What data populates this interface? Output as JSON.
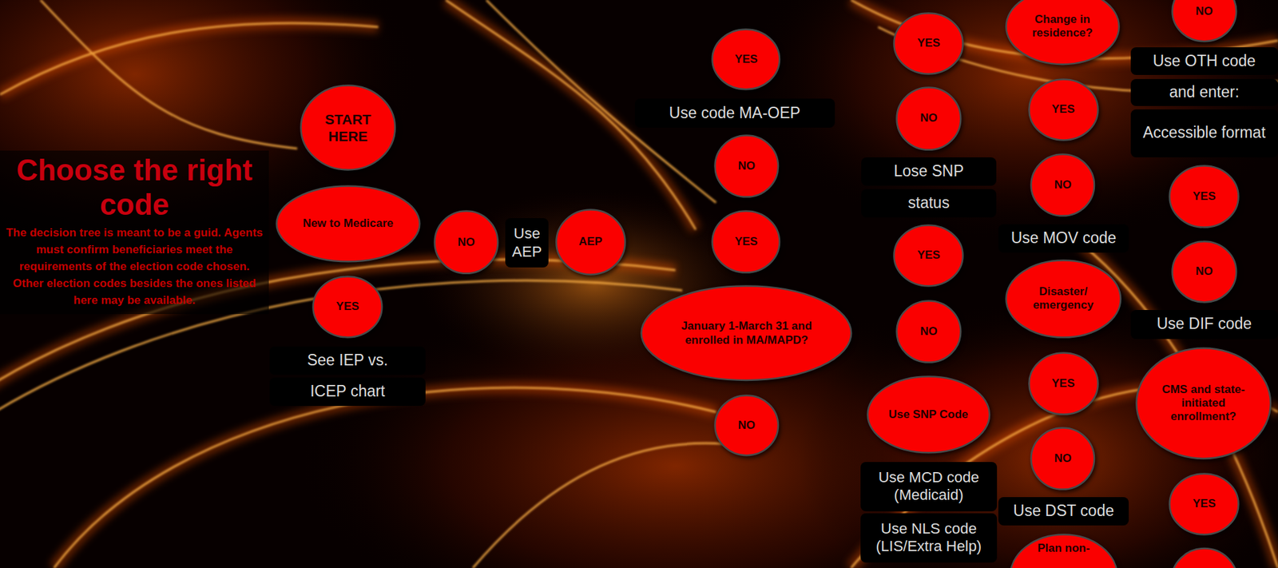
{
  "diagram": {
    "title": "Choose the right code",
    "nodes": [
      {
        "text": [
          "START HERE"
        ]
      },
      {
        "text": [
          "New to Medicare"
        ]
      },
      {
        "text": [
          "YES"
        ]
      },
      {
        "text": [
          "See IEP vs."
        ]
      },
      {
        "text": [
          "ICEP chart"
        ]
      },
      {
        "text": [
          "NO"
        ]
      },
      {
        "text": [
          "Use AEP"
        ]
      },
      {
        "text": [
          "AEP"
        ]
      },
      {
        "text": [
          "YES"
        ]
      },
      {
        "text": [
          "Use code MA-OEP"
        ]
      },
      {
        "text": [
          "NO"
        ]
      },
      {
        "text": [
          "YES"
        ]
      },
      {
        "text": [
          "January 1-March 31 and enrolled in MA/MAPD?"
        ]
      },
      {
        "text": [
          "NO"
        ]
      },
      {
        "text": [
          "YES"
        ]
      },
      {
        "text": [
          "NO"
        ]
      },
      {
        "text": [
          "Lose SNP"
        ]
      },
      {
        "text": [
          "status"
        ]
      },
      {
        "text": [
          "YES"
        ]
      },
      {
        "text": [
          "NO"
        ]
      },
      {
        "text": [
          "Use SNP Code"
        ]
      },
      {
        "text": [
          "Use MCD code (Medicaid)"
        ]
      },
      {
        "text": [
          "Use NLS code (LIS/Extra Help)"
        ]
      },
      {
        "text": [
          "Change in residence?"
        ]
      },
      {
        "text": [
          "YES"
        ]
      },
      {
        "text": [
          "NO"
        ]
      },
      {
        "text": [
          "Use MOV code"
        ]
      },
      {
        "text": [
          "Disaster/ emergency"
        ]
      },
      {
        "text": [
          "YES"
        ]
      },
      {
        "text": [
          "NO"
        ]
      },
      {
        "text": [
          "Use DST code"
        ]
      },
      {
        "text": [
          "Plan non-"
        ]
      },
      {
        "text": [
          "NO"
        ]
      },
      {
        "text": [
          "Use OTH code"
        ]
      },
      {
        "text": [
          "and enter:"
        ]
      },
      {
        "text": [
          "Accessible format"
        ]
      },
      {
        "text": [
          "YES"
        ]
      },
      {
        "text": [
          "NO"
        ]
      },
      {
        "text": [
          "Use DIF code"
        ]
      },
      {
        "text": [
          "CMS and state-initiated enrollment?"
        ]
      },
      {
        "text": [
          "YES"
        ]
      }
    ],
    "labels": [
      "The decision tree is meant to be a guid. Agents must confirm beneficiaries meet the requirements of the election code chosen. Other election codes besides the ones listed here may be available."
    ]
  }
}
